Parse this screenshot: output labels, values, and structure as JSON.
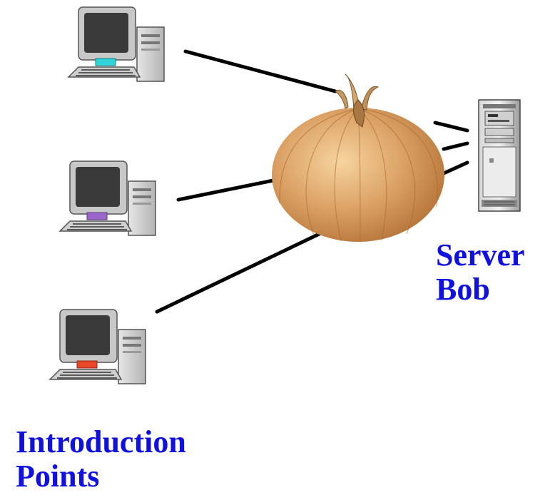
{
  "server_label": {
    "line1": "Server",
    "line2": "Bob"
  },
  "intro_label": {
    "line1": "Introduction",
    "line2": "Points"
  },
  "computers": [
    {
      "icon": "desktop-computer-icon",
      "accent": "#2fd3d8"
    },
    {
      "icon": "desktop-computer-icon",
      "accent": "#9a66cc"
    },
    {
      "icon": "desktop-computer-icon",
      "accent": "#e8472a"
    }
  ],
  "server_icon": "server-tower-icon",
  "router_icon": "onion-icon",
  "colors": {
    "label": "#1010e0",
    "line": "#000000",
    "onion": "#d9a15c"
  }
}
